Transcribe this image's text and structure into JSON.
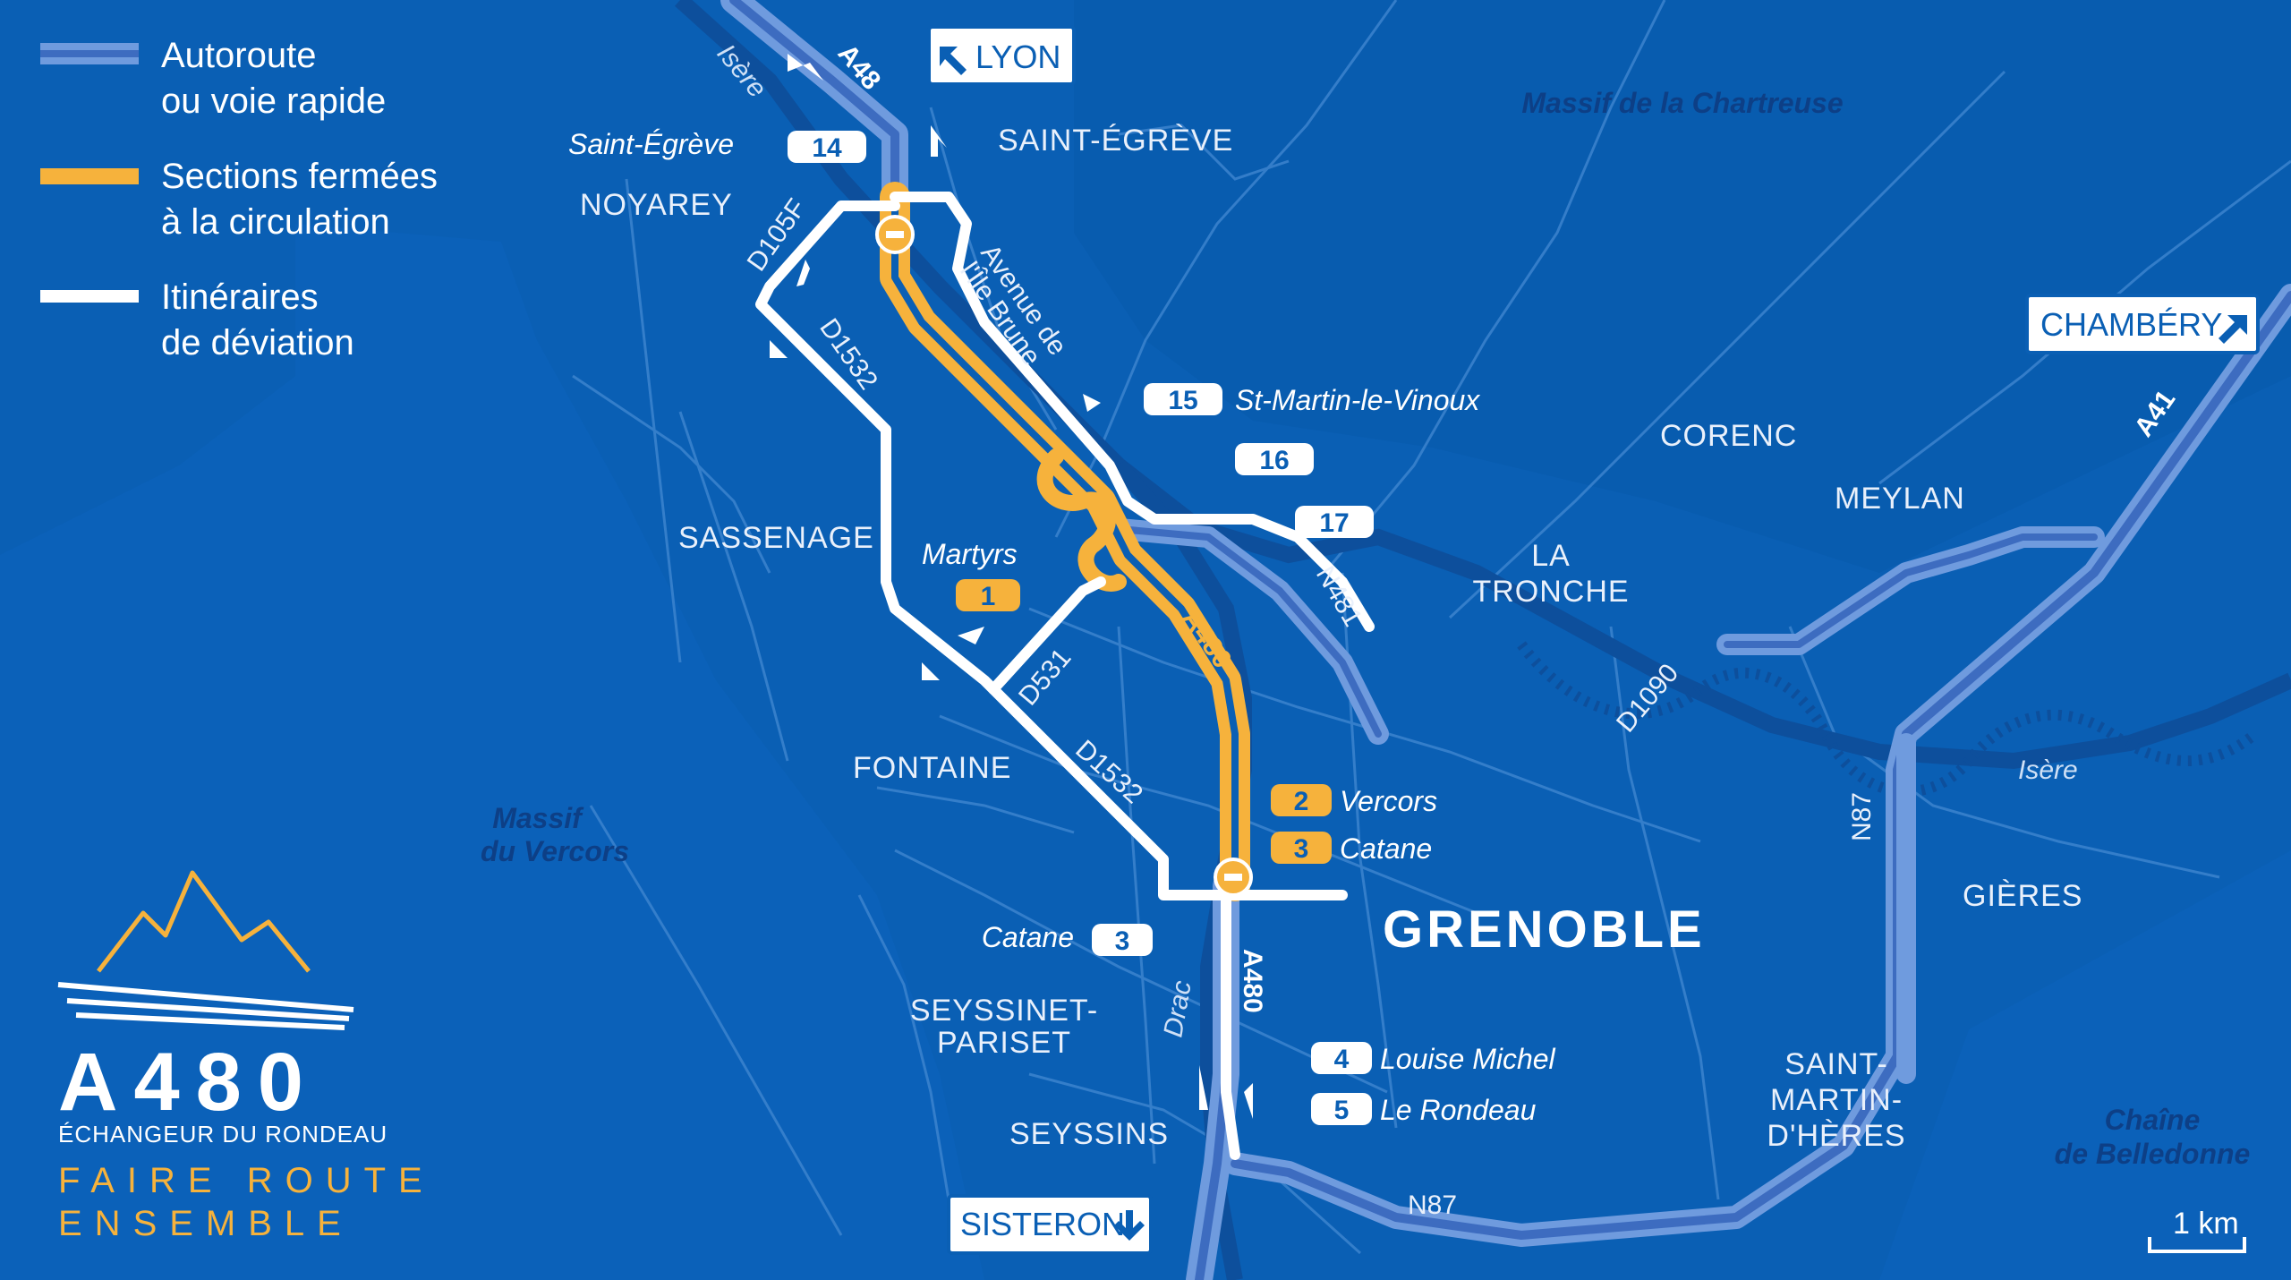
{
  "legend": {
    "items": [
      {
        "line1": "Autoroute",
        "line2": "ou voie rapide",
        "color": "#4f7fcf"
      },
      {
        "line1": "Sections fermées",
        "line2": "à la circulation",
        "color": "#f6b23c"
      },
      {
        "line1": "Itinéraires",
        "line2": "de déviation",
        "color": "#ffffff"
      }
    ]
  },
  "destinations": {
    "lyon": "LYON",
    "chambery": "CHAMBÉRY",
    "sisteron": "SISTERON"
  },
  "relief": {
    "chartreuse": "Massif de la Chartreuse",
    "vercors_1": "Massif",
    "vercors_2": "du Vercors",
    "belledonne_1": "Chaîne",
    "belledonne_2": "de Belledonne"
  },
  "towns": {
    "saint_egreve": "SAINT-ÉGRÈVE",
    "noyarey": "NOYAREY",
    "sassenage": "SASSENAGE",
    "fontaine": "FONTAINE",
    "seyssinet_1": "SEYSSINET-",
    "seyssinet_2": "PARISET",
    "seyssins": "SEYSSINS",
    "corenc": "CORENC",
    "meylan": "MEYLAN",
    "la_tronche_1": "LA",
    "la_tronche_2": "TRONCHE",
    "gieres": "GIÈRES",
    "smh_1": "SAINT-",
    "smh_2": "MARTIN-",
    "smh_3": "D'HÈRES",
    "grenoble": "GRENOBLE"
  },
  "water": {
    "isere_north": "Isère",
    "isere_east": "Isère",
    "drac": "Drac"
  },
  "roads": {
    "a48": "A48",
    "a480_closed": "A480",
    "a480_south": "A480",
    "a41": "A41",
    "n481": "N481",
    "n87_east": "N87",
    "n87_south": "N87",
    "d1090": "D1090",
    "d105f": "D105F",
    "d1532_north": "D1532",
    "d1532_south": "D1532",
    "d531": "D531",
    "avenue_1": "Avenue de",
    "avenue_2": "l'Île Brune"
  },
  "exits": [
    {
      "num": "14",
      "name": "Saint-Égrève",
      "closed": false
    },
    {
      "num": "15",
      "name": "St-Martin-le-Vinoux",
      "closed": false
    },
    {
      "num": "16",
      "name": "",
      "closed": false
    },
    {
      "num": "17",
      "name": "",
      "closed": false
    },
    {
      "num": "1",
      "name": "Martyrs",
      "closed": true
    },
    {
      "num": "2",
      "name": "Vercors",
      "closed": true
    },
    {
      "num": "3",
      "name": "Catane",
      "closed": true
    },
    {
      "num": "3",
      "name": "Catane",
      "closed": false
    },
    {
      "num": "4",
      "name": "Louise Michel",
      "closed": false
    },
    {
      "num": "5",
      "name": "Le Rondeau",
      "closed": false
    }
  ],
  "logo": {
    "title": "A480",
    "subtitle": "ÉCHANGEUR DU RONDEAU",
    "slogan_1": "FAIRE ROUTE",
    "slogan_2": "ENSEMBLE"
  },
  "scale": {
    "label": "1 km"
  },
  "colors": {
    "background": "#0a5fb4",
    "motorway": "#4f7fcf",
    "closed": "#f6b23c",
    "detour": "#ffffff",
    "relief": "#0d3f86",
    "minor_road": "#3f86d0"
  }
}
